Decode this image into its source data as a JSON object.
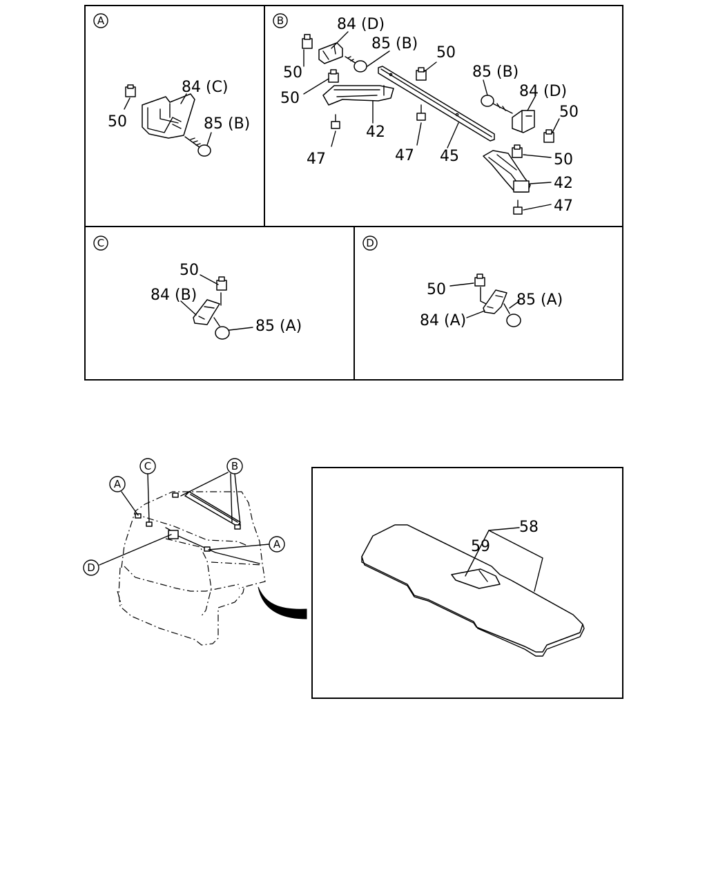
{
  "panels": {
    "a": {
      "tag": "A",
      "labels": {
        "clip": "50",
        "bracket": "84 (C)",
        "screw": "85 (B)"
      }
    },
    "b": {
      "tag": "B",
      "labels": {
        "bracket_left": "84 (D)",
        "screw_left": "85 (B)",
        "clip_top_left": "50",
        "clip_mid_left": "50",
        "clip_rail": "50",
        "screw_right": "85 (B)",
        "bracket_right": "84 (D)",
        "clip_right": "50",
        "clip_lower_right": "50",
        "support_left": "42",
        "support_right": "42",
        "rail": "45",
        "pin_left": "47",
        "pin_mid": "47",
        "pin_right": "47"
      }
    },
    "c": {
      "tag": "C",
      "labels": {
        "clip": "50",
        "bracket": "84 (B)",
        "screw": "85 (A)"
      }
    },
    "d": {
      "tag": "D",
      "labels": {
        "clip": "50",
        "bracket": "84 (A)",
        "screw": "85 (A)"
      }
    }
  },
  "vehicle": {
    "tags": {
      "a_left": "A",
      "c": "C",
      "b": "B",
      "a_right": "A",
      "d": "D"
    }
  },
  "tray": {
    "labels": {
      "board": "58",
      "handle": "59"
    }
  }
}
